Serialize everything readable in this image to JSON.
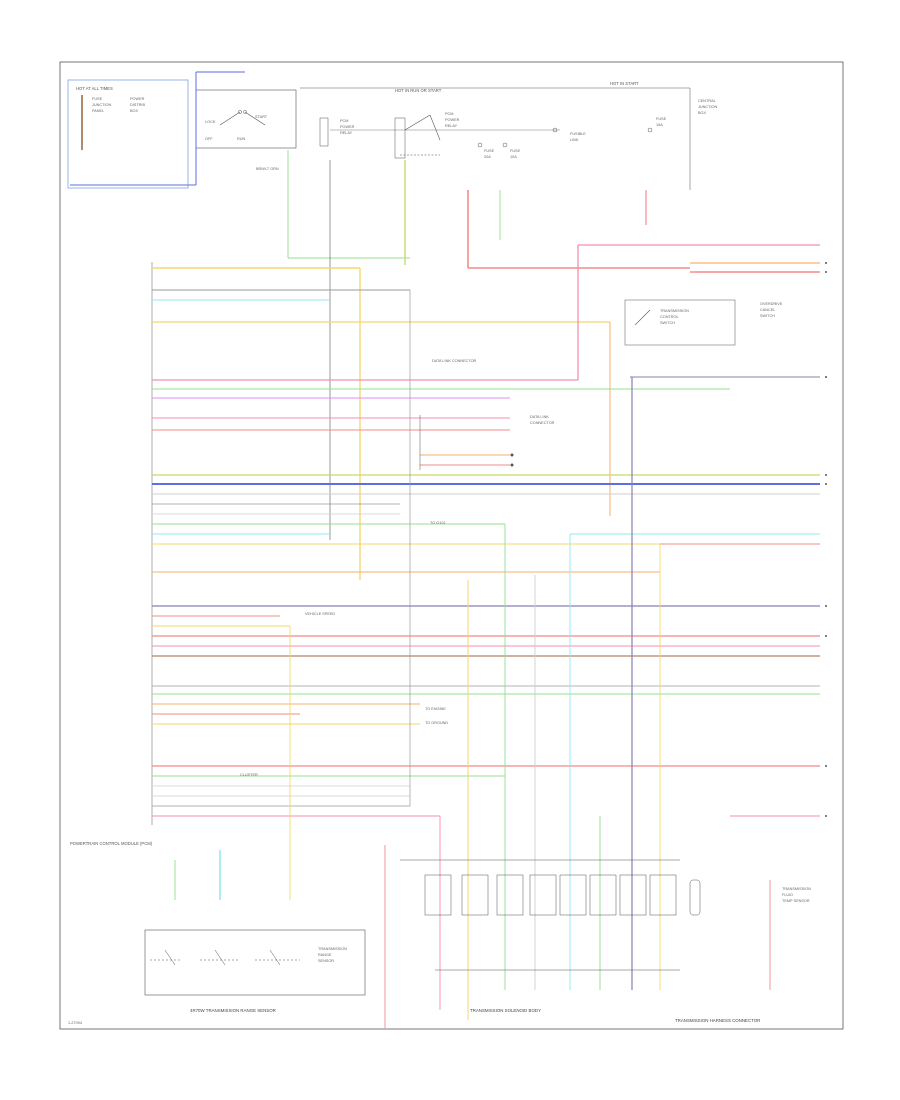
{
  "diagram": {
    "footer_code": "1-27094",
    "left_module_title": "POWERTRAIN CONTROL MODULE (PCM)",
    "top_left_note": "HOT AT ALL TIMES",
    "top_mid_note": "HOT IN RUN OR START",
    "top_right_note": "HOT IN START",
    "bottom_left_caption": "4R70W TRANSMISSION RANGE SENSOR",
    "bottom_mid_caption": "TRANSMISSION SOLENOID BODY",
    "bottom_right_caption": "TRANSMISSION HARNESS CONNECTOR"
  },
  "wire_colors": {
    "yellow": "#f5d76e",
    "orange": "#f6b26b",
    "red": "#f28b8b",
    "pink": "#f48fb1",
    "magenta": "#e58bf2",
    "green": "#93e08f",
    "cyan": "#8fe9f0",
    "blue": "#5b6ee6",
    "gray": "#9a9a9a",
    "lightgray": "#cfcfcf",
    "purple": "#8a7fb3",
    "brown": "#b0846a"
  }
}
